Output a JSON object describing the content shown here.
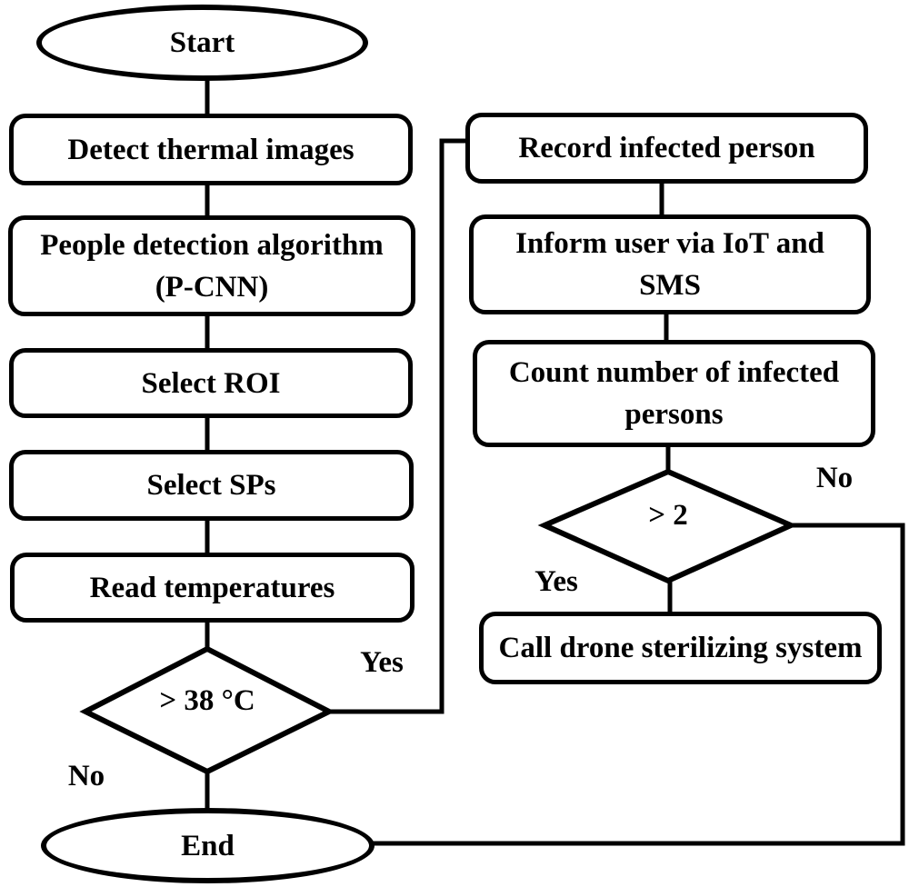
{
  "figure": {
    "type": "flowchart",
    "description": "Thermal screening and infected-person handling flowchart"
  },
  "colors": {
    "stroke": "#000000",
    "fill": "#ffffff",
    "text": "#000000"
  },
  "nodes": {
    "start": {
      "label": "Start",
      "shape": "terminator"
    },
    "detect_thermal": {
      "label": "Detect thermal images",
      "shape": "process"
    },
    "people_detection": {
      "line1": "People detection algorithm",
      "line2": "(P-CNN)",
      "shape": "process"
    },
    "select_roi": {
      "label": "Select ROI",
      "shape": "process"
    },
    "select_sps": {
      "label": "Select SPs",
      "shape": "process"
    },
    "read_temperatures": {
      "label": "Read temperatures",
      "shape": "process"
    },
    "temp_decision": {
      "label": "> 38 °C",
      "shape": "decision"
    },
    "end": {
      "label": "End",
      "shape": "terminator"
    },
    "record_infected": {
      "label": "Record infected person",
      "shape": "process"
    },
    "inform_user": {
      "line1": "Inform user via IoT and",
      "line2": "SMS",
      "shape": "process"
    },
    "count_infected": {
      "line1": "Count number of infected",
      "line2": "persons",
      "shape": "process"
    },
    "count_decision": {
      "label": "> 2",
      "shape": "decision"
    },
    "call_drone": {
      "label": "Call drone sterilizing system",
      "shape": "process"
    }
  },
  "edge_labels": {
    "temp_yes": "Yes",
    "temp_no": "No",
    "count_yes": "Yes",
    "count_no": "No"
  },
  "edges": [
    "Start -> Detect thermal images",
    "Detect thermal images -> People detection algorithm (P-CNN)",
    "People detection algorithm (P-CNN) -> Select ROI",
    "Select ROI -> Select SPs",
    "Select SPs -> Read temperatures",
    "Read temperatures -> > 38 °C",
    "> 38 °C -Yes-> Record infected person",
    "> 38 °C -No-> End",
    "Record infected person -> Inform user via IoT and SMS",
    "Inform user via IoT and SMS -> Count number of infected persons",
    "Count number of infected persons -> > 2",
    "> 2 -Yes-> Call drone sterilizing system",
    "> 2 -No-> End"
  ]
}
